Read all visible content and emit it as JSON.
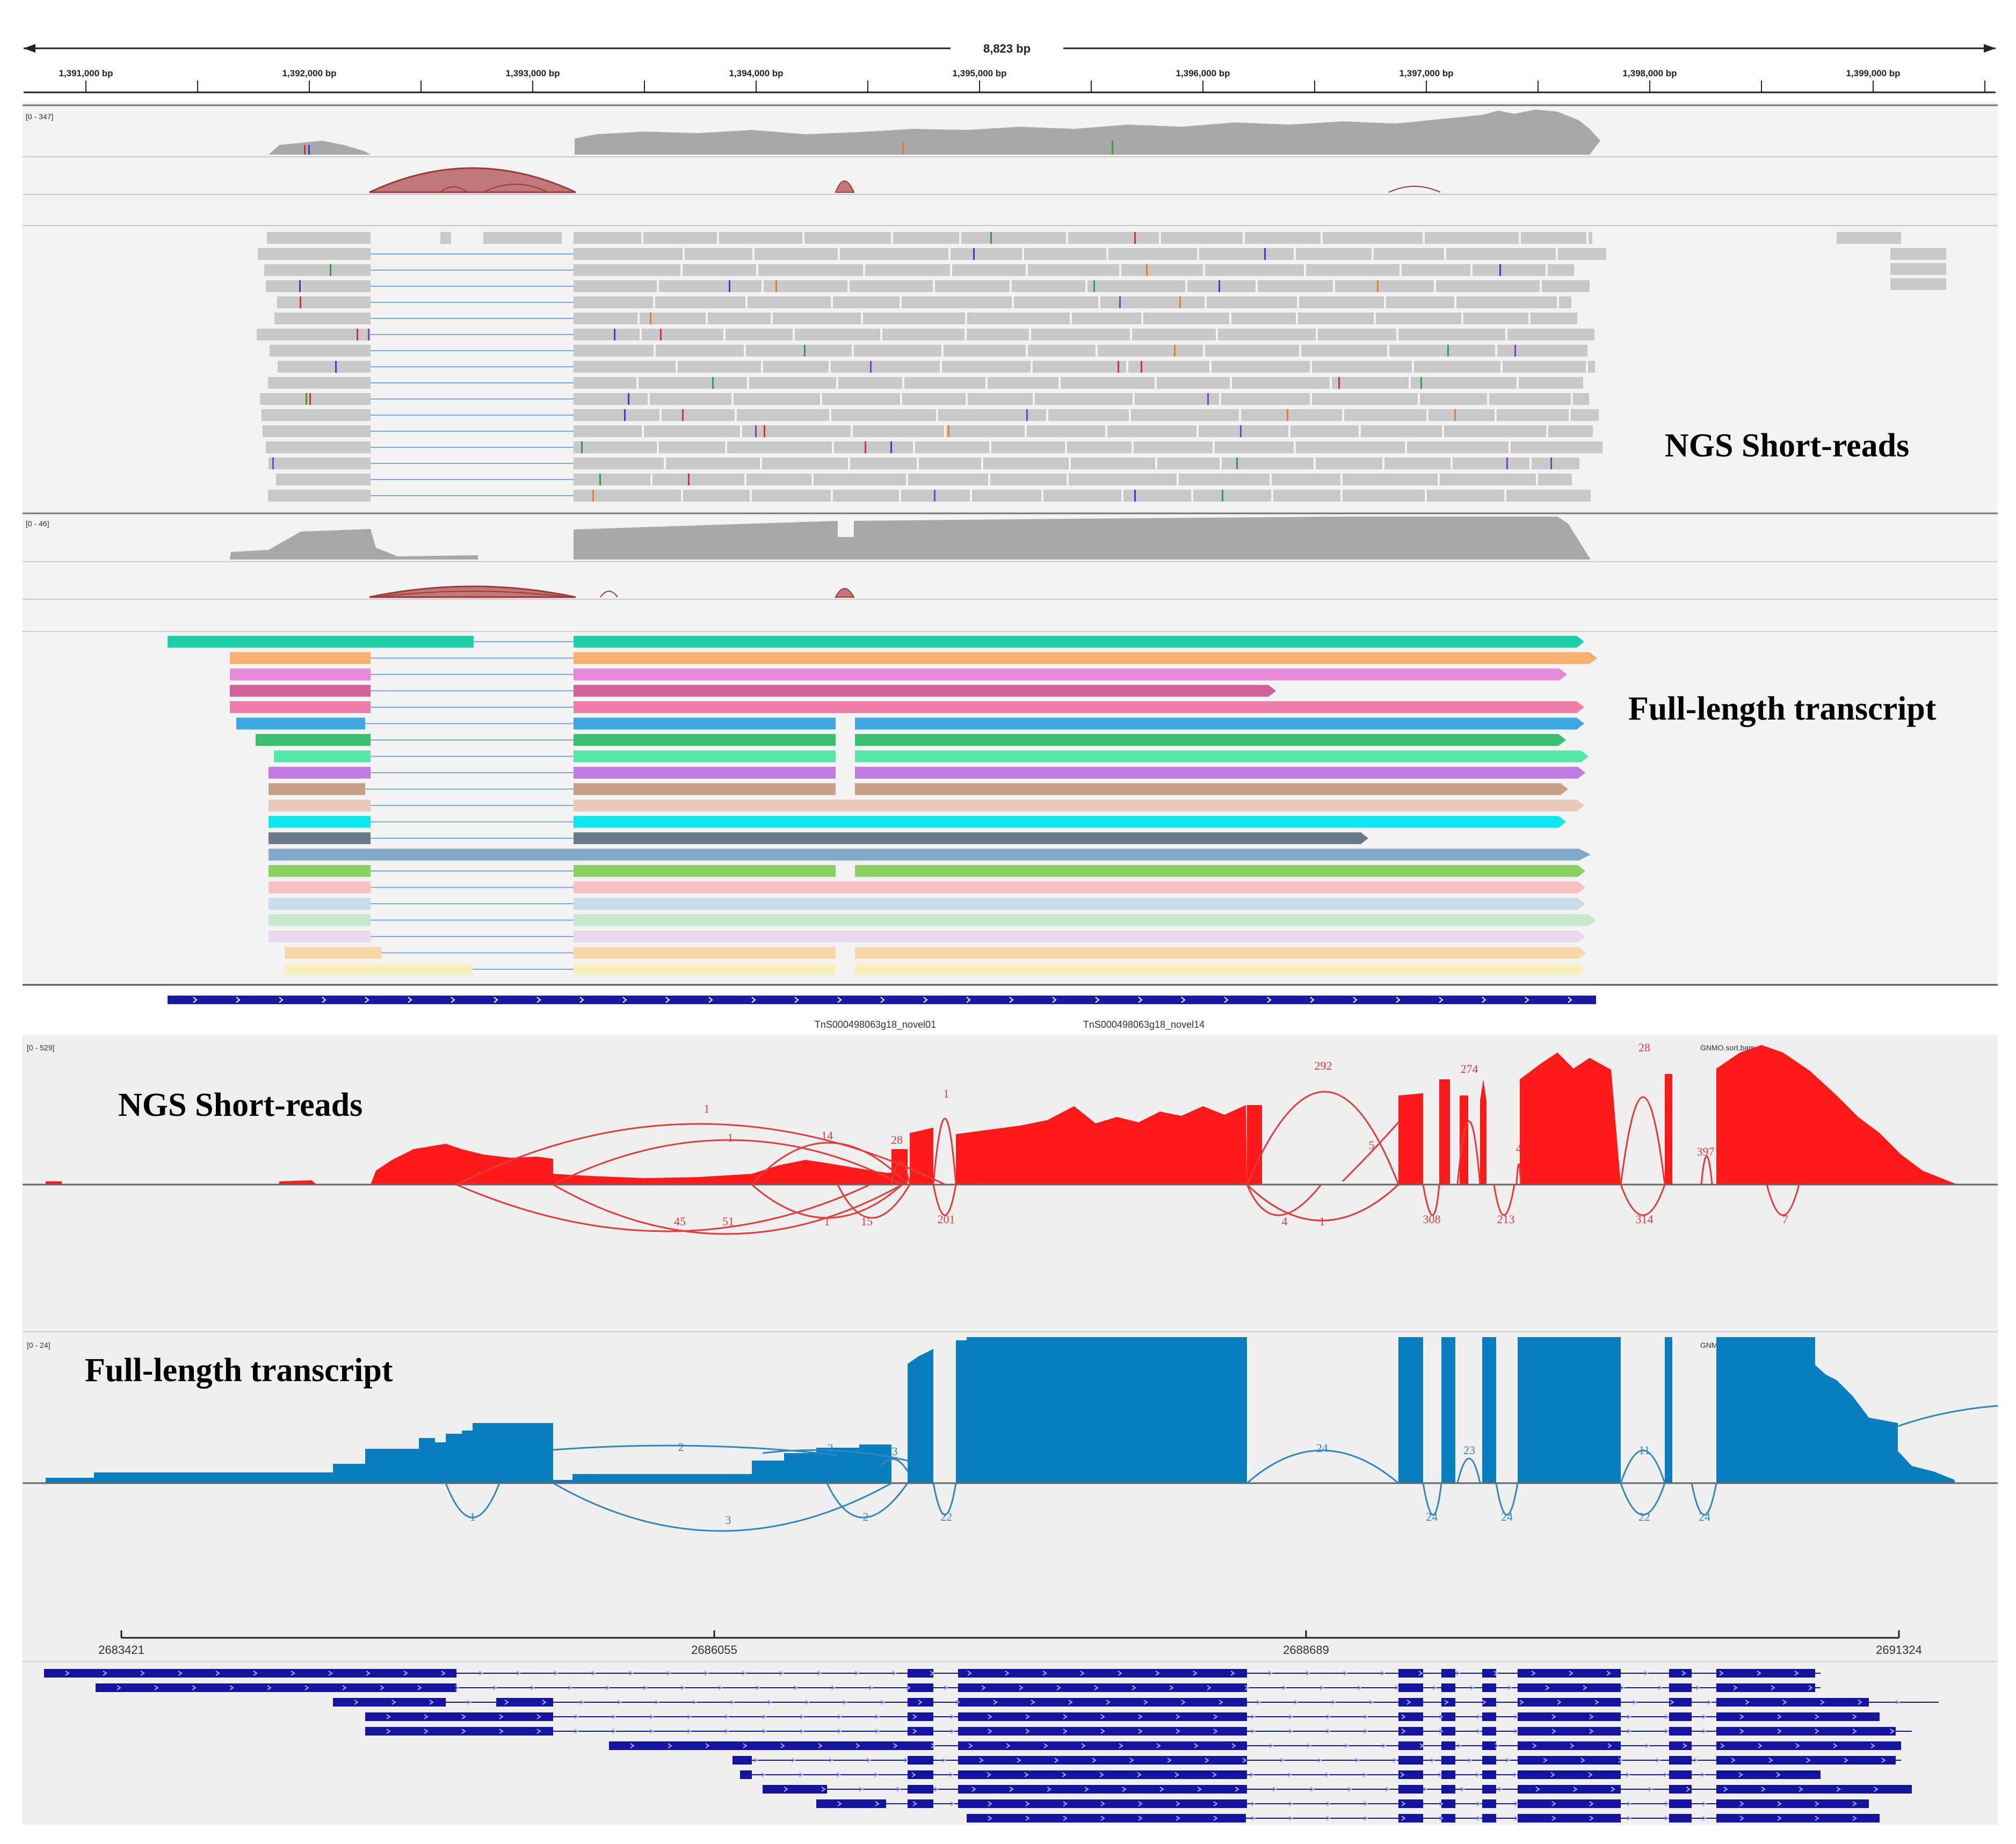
{
  "igv_top": {
    "span_label": "8,823 bp",
    "ruler_ticks": [
      "1,391,000 bp",
      "1,392,000 bp",
      "1,393,000 bp",
      "1,394,000 bp",
      "1,395,000 bp",
      "1,396,000 bp",
      "1,397,000 bp",
      "1,398,000 bp",
      "1,399,000 bp"
    ],
    "ngs_range": "[0 - 347]",
    "flt_range": "[0 - 46]",
    "ngs_label": "NGS Short-reads",
    "flt_label": "Full-length transcript",
    "gene_labels": [
      "TnS000498063g18_novel01",
      "TnS000498063g18_novel14"
    ],
    "transcript_colors": [
      "#1fcfa8",
      "#f8b070",
      "#e888d8",
      "#d0609a",
      "#f07ea8",
      "#3ea6e0",
      "#38c070",
      "#56e8a8",
      "#c07ae0",
      "#c8a088",
      "#e8c8b8",
      "#10e8f0",
      "#6a7888",
      "#80a8c8",
      "#88d060",
      "#f8c0c0",
      "#c8dce8",
      "#c8e8d0",
      "#e8d8f0",
      "#f8d8a8",
      "#f8f0c0"
    ],
    "colors": {
      "coverage": "#a8a8a8",
      "junction": "#b84848",
      "read": "#c8c8c8",
      "gene": "#1a1aa0"
    }
  },
  "sashimi": {
    "ngs": {
      "title": "NGS Short-reads",
      "range": "[0 - 529]",
      "bam": "GNMO.sort.bam",
      "color": "#ff1a1a",
      "upper_counts": [
        "1",
        "1",
        "14",
        "28",
        "1",
        "292",
        "274",
        "5",
        "28",
        "397",
        "4"
      ],
      "lower_counts": [
        "45",
        "51",
        "1",
        "15",
        "201",
        "4",
        "1",
        "308",
        "213",
        "314",
        "7"
      ]
    },
    "flt": {
      "title": "Full-length transcript",
      "range": "[0 - 24]",
      "bam": "GNMO.aligned.bam",
      "color": "#0a7fbf",
      "upper_counts": [
        "2",
        "2",
        "3",
        "24",
        "23",
        "11"
      ],
      "lower_counts": [
        "1",
        "3",
        "2",
        "22",
        "24",
        "24",
        "22",
        "24"
      ]
    },
    "ruler_ticks": [
      "2683421",
      "2686055",
      "2688689",
      "2691324"
    ],
    "gene_color": "#1414a0"
  }
}
